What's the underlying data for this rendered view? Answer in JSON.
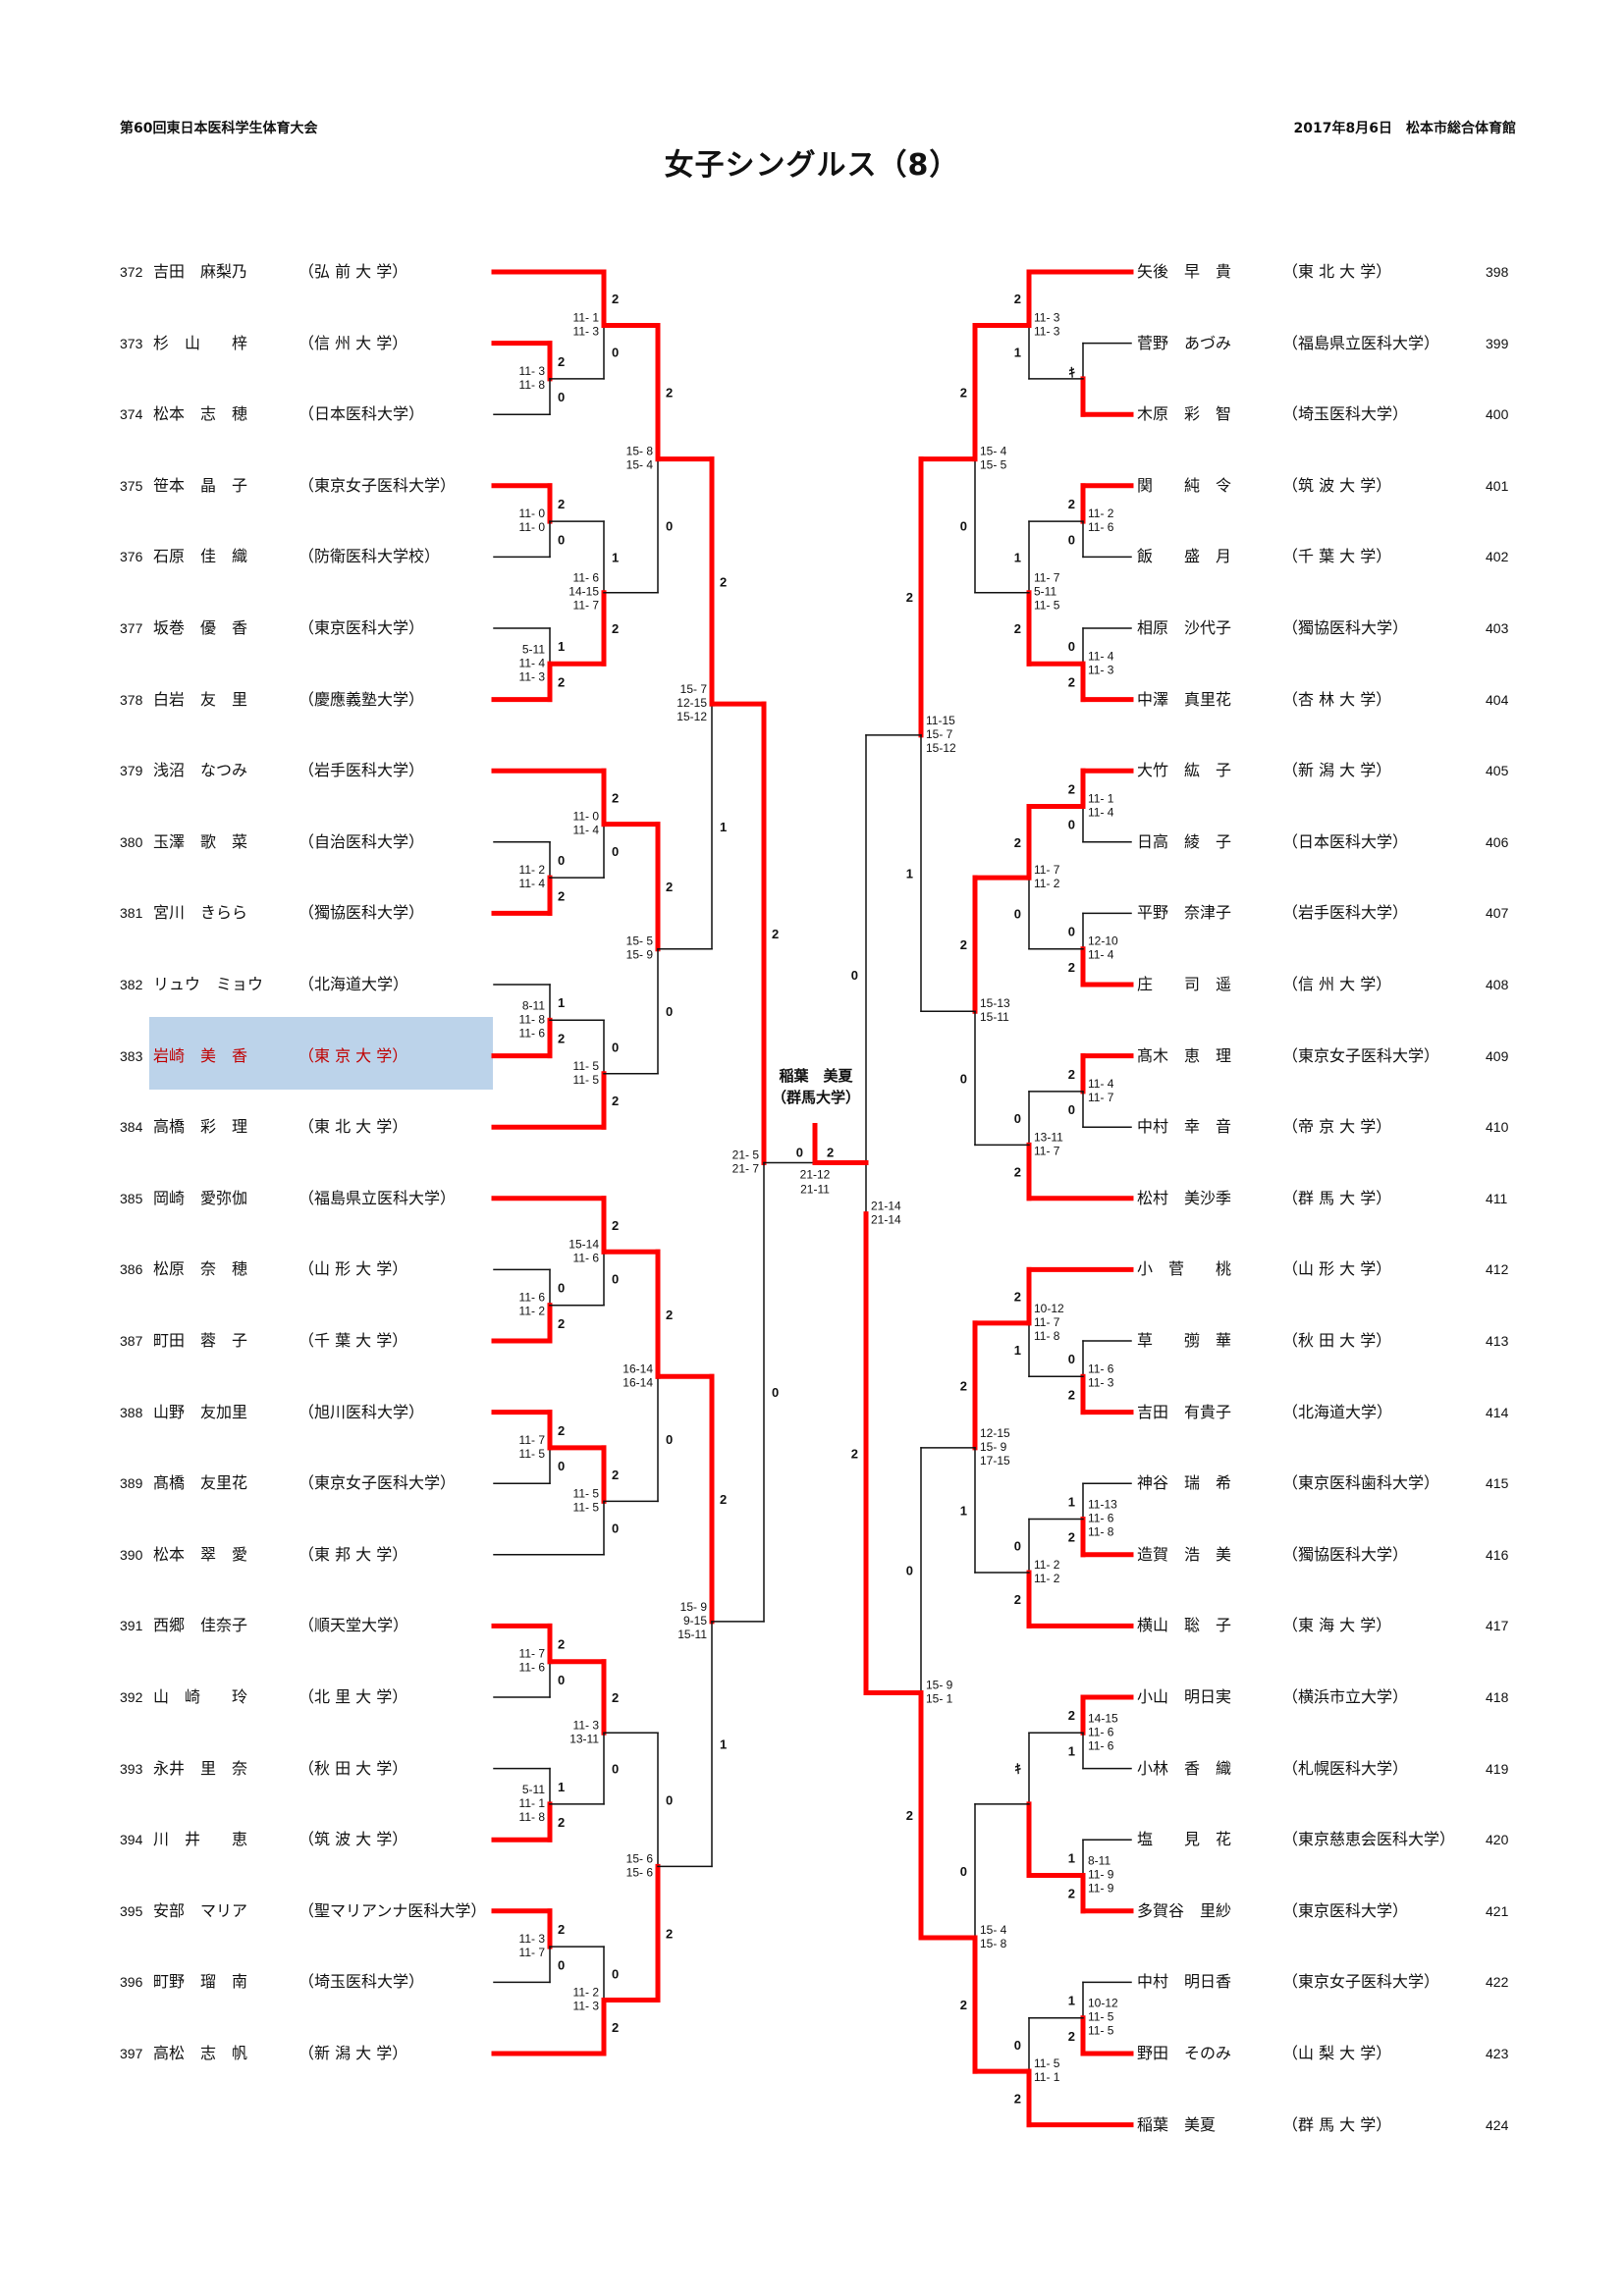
{
  "header": {
    "event": "第60回東日本医科学生体育大会",
    "date_venue": "2017年8月6日　松本市総合体育館",
    "title": "女子シングルス（8）"
  },
  "champion": {
    "name": "稲葉　美夏",
    "university": "（群馬大学）"
  },
  "colors": {
    "winner_line": "#ff0000",
    "loser_line": "#111111",
    "highlight_bg": "#bcd4ea",
    "highlight_text": "#c00000"
  },
  "left_players": [
    {
      "seed": "372",
      "name": "吉田　麻梨乃",
      "university": "弘 前 大 学"
    },
    {
      "seed": "373",
      "name": "杉　山　　梓",
      "university": "信 州 大 学"
    },
    {
      "seed": "374",
      "name": "松本　志　穂",
      "university": "日本医科大学"
    },
    {
      "seed": "375",
      "name": "笹本　晶　子",
      "university": "東京女子医科大学"
    },
    {
      "seed": "376",
      "name": "石原　佳　織",
      "university": "防衛医科大学校"
    },
    {
      "seed": "377",
      "name": "坂巻　優　香",
      "university": "東京医科大学"
    },
    {
      "seed": "378",
      "name": "白岩　友　里",
      "university": "慶應義塾大学"
    },
    {
      "seed": "379",
      "name": "浅沼　なつみ",
      "university": "岩手医科大学"
    },
    {
      "seed": "380",
      "name": "玉澤　歌　菜",
      "university": "自治医科大学"
    },
    {
      "seed": "381",
      "name": "宮川　きらら",
      "university": "獨協医科大学"
    },
    {
      "seed": "382",
      "name": "リュウ　ミョウ",
      "university": "北海道大学"
    },
    {
      "seed": "383",
      "name": "岩崎　美　香",
      "university": "東 京 大 学",
      "highlighted": true
    },
    {
      "seed": "384",
      "name": "高橋　彩　理",
      "university": "東 北 大 学"
    },
    {
      "seed": "385",
      "name": "岡崎　愛弥伽",
      "university": "福島県立医科大学"
    },
    {
      "seed": "386",
      "name": "松原　奈　穂",
      "university": "山 形 大 学"
    },
    {
      "seed": "387",
      "name": "町田　蓉　子",
      "university": "千 葉 大 学"
    },
    {
      "seed": "388",
      "name": "山野　友加里",
      "university": "旭川医科大学"
    },
    {
      "seed": "389",
      "name": "髙橋　友里花",
      "university": "東京女子医科大学"
    },
    {
      "seed": "390",
      "name": "松本　翠　愛",
      "university": "東 邦 大 学"
    },
    {
      "seed": "391",
      "name": "西郷　佳奈子",
      "university": "順天堂大学"
    },
    {
      "seed": "392",
      "name": "山　崎　　玲",
      "university": "北 里 大 学"
    },
    {
      "seed": "393",
      "name": "永井　里　奈",
      "university": "秋 田 大 学"
    },
    {
      "seed": "394",
      "name": "川　井　　恵",
      "university": "筑 波 大 学"
    },
    {
      "seed": "395",
      "name": "安部　マリア",
      "university": "聖マリアンナ医科大学"
    },
    {
      "seed": "396",
      "name": "町野　瑠　南",
      "university": "埼玉医科大学"
    },
    {
      "seed": "397",
      "name": "高松　志　帆",
      "university": "新 潟 大 学"
    }
  ],
  "right_players": [
    {
      "seed": "398",
      "name": "矢後　早　貴",
      "university": "東 北 大 学"
    },
    {
      "seed": "399",
      "name": "菅野　あづみ",
      "university": "福島県立医科大学"
    },
    {
      "seed": "400",
      "name": "木原　彩　智",
      "university": "埼玉医科大学"
    },
    {
      "seed": "401",
      "name": "関　　純　令",
      "university": "筑 波 大 学"
    },
    {
      "seed": "402",
      "name": "飯　　盛　月",
      "university": "千 葉 大 学"
    },
    {
      "seed": "403",
      "name": "相原　沙代子",
      "university": "獨協医科大学"
    },
    {
      "seed": "404",
      "name": "中澤　真里花",
      "university": "杏 林 大 学"
    },
    {
      "seed": "405",
      "name": "大竹　紘　子",
      "university": "新 潟 大 学"
    },
    {
      "seed": "406",
      "name": "日高　綾　子",
      "university": "日本医科大学"
    },
    {
      "seed": "407",
      "name": "平野　奈津子",
      "university": "岩手医科大学"
    },
    {
      "seed": "408",
      "name": "庄　　司　遥",
      "university": "信 州 大 学"
    },
    {
      "seed": "409",
      "name": "髙木　恵　理",
      "university": "東京女子医科大学"
    },
    {
      "seed": "410",
      "name": "中村　幸　音",
      "university": "帝 京 大 学"
    },
    {
      "seed": "411",
      "name": "松村　美沙季",
      "university": "群 馬 大 学"
    },
    {
      "seed": "412",
      "name": "小　菅　　桃",
      "university": "山 形 大 学"
    },
    {
      "seed": "413",
      "name": "草　　彅　華",
      "university": "秋 田 大 学"
    },
    {
      "seed": "414",
      "name": "吉田　有貴子",
      "university": "北海道大学"
    },
    {
      "seed": "415",
      "name": "神谷　瑞　希",
      "university": "東京医科歯科大学"
    },
    {
      "seed": "416",
      "name": "造賀　浩　美",
      "university": "獨協医科大学"
    },
    {
      "seed": "417",
      "name": "横山　聡　子",
      "university": "東 海 大 学"
    },
    {
      "seed": "418",
      "name": "小山　明日実",
      "university": "横浜市立大学"
    },
    {
      "seed": "419",
      "name": "小林　香　織",
      "university": "札幌医科大学"
    },
    {
      "seed": "420",
      "name": "塩　　見　花",
      "university": "東京慈恵会医科大学"
    },
    {
      "seed": "421",
      "name": "多賀谷　里紗",
      "university": "東京医科大学"
    },
    {
      "seed": "422",
      "name": "中村　明日香",
      "university": "東京女子医科大学"
    },
    {
      "seed": "423",
      "name": "野田　そのみ",
      "university": "山 梨 大 学"
    },
    {
      "seed": "424",
      "name": "稲葉　美夏",
      "university": "群 馬 大 学"
    }
  ],
  "final": {
    "left_score": "0",
    "right_score": "2",
    "games": [
      "21-12",
      "21-11"
    ]
  },
  "left_semifinal": {
    "games": [
      "21- 5",
      "21- 7"
    ]
  },
  "right_semifinal": {
    "games": [
      "21-14",
      "21-14"
    ]
  }
}
